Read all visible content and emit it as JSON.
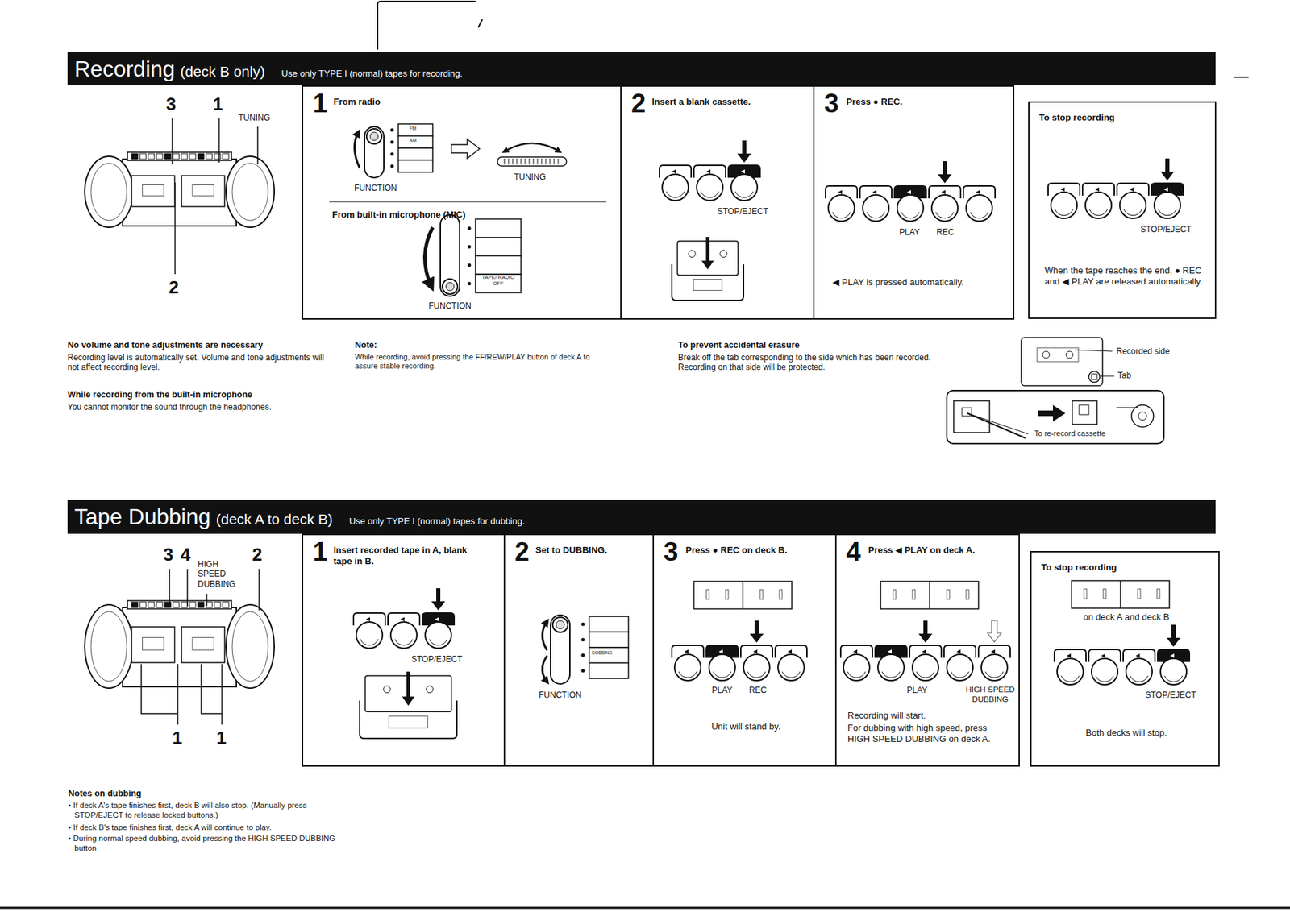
{
  "diagram": {
    "nodes": [
      {
        "text": [
          "Recording",
          "(deck B only)",
          "Use only TYPE I (normal) tapes for recording."
        ]
      },
      {
        "text": [
          "1",
          "From radio",
          "From built-in microphone (MIC)"
        ]
      },
      {
        "text": [
          "2",
          "Insert a blank cassette."
        ]
      },
      {
        "text": [
          "3",
          "Press ● REC.",
          "◀ PLAY is pressed automatically."
        ]
      },
      {
        "text": [
          "To stop recording",
          "When the tape reaches the end, ● REC and ◀ PLAY are released automatically."
        ]
      },
      {
        "text": [
          "To re-record cassette"
        ]
      },
      {
        "text": [
          "Tape Dubbing",
          "(deck A to deck B)",
          "Use only TYPE I (normal) tapes for dubbing."
        ]
      },
      {
        "text": [
          "1",
          "Insert recorded tape in A, blank tape in B."
        ]
      },
      {
        "text": [
          "2",
          "Set to DUBBING."
        ]
      },
      {
        "text": [
          "3",
          "Press ● REC on deck B.",
          "Unit will stand by."
        ]
      },
      {
        "text": [
          "4",
          "Press ◀ PLAY on deck A.",
          "Recording will start.",
          "For dubbing with high speed, press HIGH SPEED DUBBING on deck A."
        ]
      },
      {
        "text": [
          "To stop recording",
          "on deck A and deck B",
          "Both decks will stop."
        ]
      }
    ],
    "labels": [
      "3",
      "1",
      "TUNING",
      "2",
      "FM",
      "AM",
      "FUNCTION",
      "TUNING",
      "TAPE/ RADIO OFF",
      "FUNCTION",
      "STOP/EJECT",
      "PLAY",
      "REC",
      "STOP/EJECT",
      "No volume and tone adjustments are necessary",
      "Recording level is automatically set. Volume and tone adjustments will not affect recording level.",
      "While recording from the built-in microphone",
      "You cannot monitor the sound through the headphones.",
      "Note:",
      "While recording, avoid pressing the FF/REW/PLAY button of deck A to assure stable recording.",
      "To prevent accidental erasure",
      "Break off the tab corresponding to the side which has been recorded. Recording on that side will be protected.",
      "Recorded side",
      "Tab",
      "3",
      "4",
      "HIGH SPEED DUBBING",
      "2",
      "1",
      "1",
      "STOP/EJECT",
      "DUBBING",
      "FUNCTION",
      "PLAY",
      "REC",
      "PLAY",
      "HIGH SPEED DUBBING",
      "STOP/EJECT",
      "Notes on dubbing",
      "• If deck A's tape finishes first, deck B will also stop. (Manually press STOP/EJECT to release locked buttons.)",
      "• If deck B's tape finishes first, deck A will continue to play.",
      "• During normal speed dubbing, avoid pressing the HIGH SPEED DUBBING button"
    ]
  }
}
